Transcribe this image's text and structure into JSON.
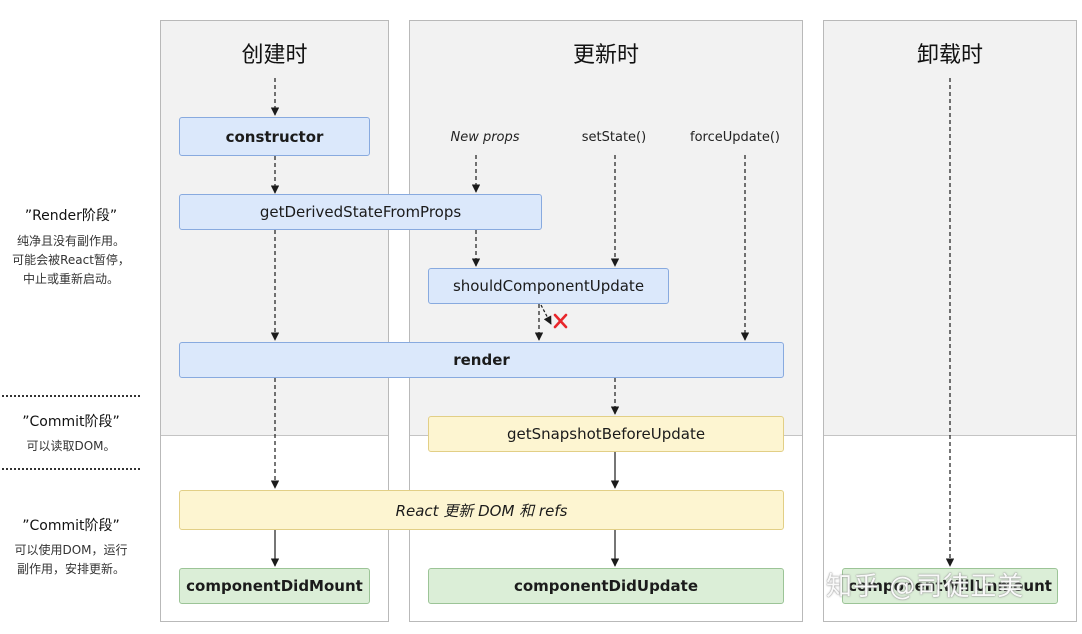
{
  "columns": {
    "mount": "创建时",
    "update": "更新时",
    "unmount": "卸载时"
  },
  "triggers": {
    "new_props": "New props",
    "set_state": "setState()",
    "force_update": "forceUpdate()"
  },
  "methods": {
    "constructor": "constructor",
    "get_derived_state": "getDerivedStateFromProps",
    "should_update": "shouldComponentUpdate",
    "render": "render",
    "get_snapshot": "getSnapshotBeforeUpdate",
    "react_update_dom": "React 更新 DOM 和 refs",
    "did_mount": "componentDidMount",
    "did_update": "componentDidUpdate",
    "will_unmount": "componentWillUnmount"
  },
  "phases": {
    "render_title": "”Render阶段”",
    "render_desc": [
      "纯净且没有副作用。",
      "可能会被React暂停，",
      "中止或重新启动。"
    ],
    "pre_commit_title": "”Commit阶段”",
    "pre_commit_desc": "可以读取DOM。",
    "commit_title": "”Commit阶段”",
    "commit_desc": [
      "可以使用DOM，运行",
      "副作用，安排更新。"
    ]
  },
  "watermark": "知乎 @司徒正美",
  "colors": {
    "render_box": "#dbe8fb",
    "pre_commit_box": "#fdf5d1",
    "commit_box": "#dbeed7",
    "cancel_mark": "#e8262b"
  },
  "icons": {
    "cancel": "cross-icon"
  }
}
